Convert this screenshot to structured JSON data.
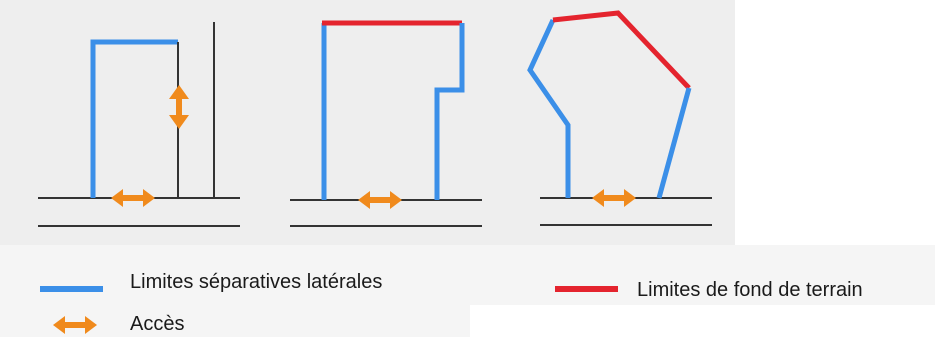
{
  "colors": {
    "lateral": "#3b8fe8",
    "rear": "#e4242e",
    "access": "#f08a1c",
    "ground": "#333333"
  },
  "legend": {
    "lateral_label": "Limites séparatives latérales",
    "rear_label": "Limites de fond de terrain",
    "access_label": "Accès"
  },
  "icons": {
    "access": "double-arrow-icon"
  }
}
